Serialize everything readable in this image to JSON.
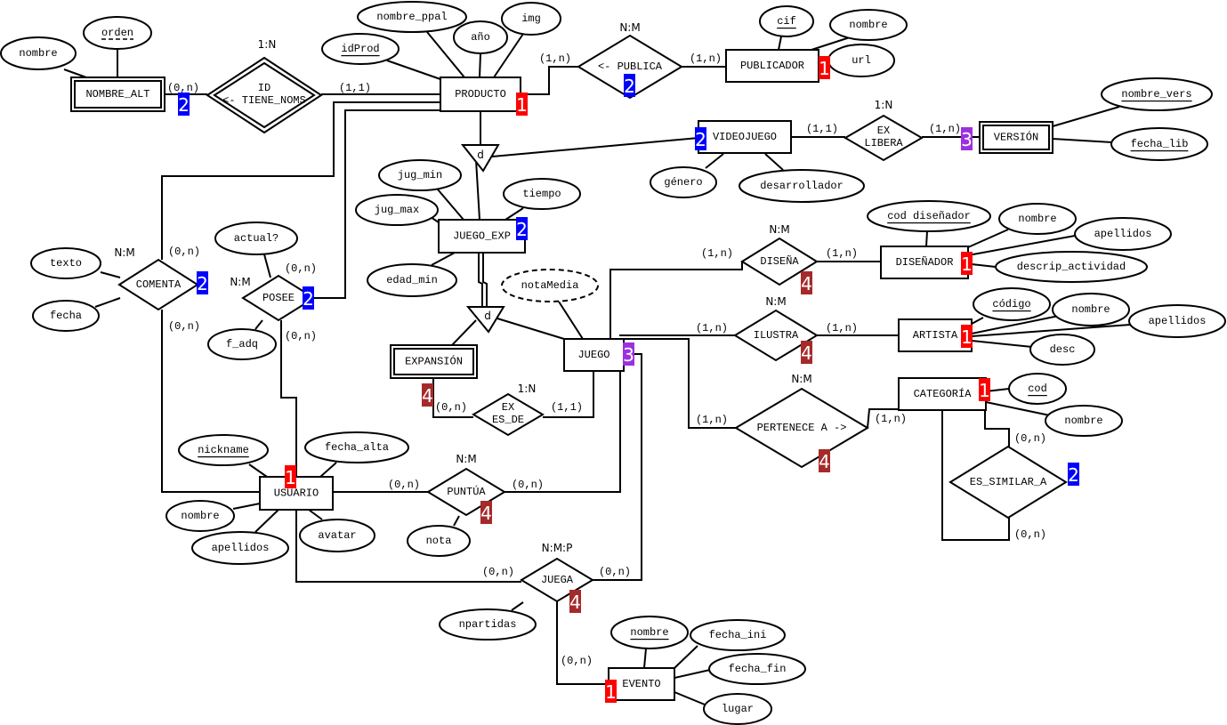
{
  "entities": {
    "nombre_alt": {
      "label": "NOMBRE_ALT",
      "weak": true
    },
    "producto": {
      "label": "PRODUCTO"
    },
    "publicador": {
      "label": "PUBLICADOR"
    },
    "videojuego": {
      "label": "VIDEOJUEGO"
    },
    "version": {
      "label": "VERSIÓN",
      "weak": true
    },
    "juego_exp": {
      "label": "JUEGO_EXP"
    },
    "disenador": {
      "label": "DISEÑADOR"
    },
    "artista": {
      "label": "ARTISTA"
    },
    "expansion": {
      "label": "EXPANSIÓN",
      "weak": true
    },
    "juego": {
      "label": "JUEGO"
    },
    "categoria": {
      "label": "CATEGORÍA"
    },
    "usuario": {
      "label": "USUARIO"
    },
    "evento": {
      "label": "EVENTO"
    }
  },
  "relationships": {
    "tiene_noms": {
      "label": "ID",
      "label2": "<- TIENE_NOMS",
      "type": "1:N",
      "identifying": true
    },
    "publica": {
      "label": "<- PUBLICA",
      "type": "N:M"
    },
    "libera": {
      "label": "EX",
      "label2": "LIBERA",
      "type": "1:N"
    },
    "disena": {
      "label": "DISEÑA",
      "type": "N:M"
    },
    "ilustra": {
      "label": "ILUSTRA",
      "type": "N:M"
    },
    "pertenece": {
      "label": "PERTENECE A ->",
      "type": "N:M"
    },
    "comenta": {
      "label": "COMENTA",
      "type": "N:M"
    },
    "posee": {
      "label": "POSEE",
      "type": "N:M"
    },
    "es_de": {
      "label": "EX",
      "label2": "ES_DE",
      "type": "1:N"
    },
    "es_similar": {
      "label": "ES_SIMILAR_A",
      "type": ""
    },
    "puntua": {
      "label": "PUNTÚA",
      "type": "N:M"
    },
    "juega": {
      "label": "JUEGA",
      "type": "N:M:P"
    }
  },
  "hierarchies": {
    "h1": {
      "label": "d"
    },
    "h2": {
      "label": "d"
    }
  },
  "attributes": {
    "na_nombre": {
      "label": "nombre"
    },
    "na_orden": {
      "label": "orden",
      "partial_key": true
    },
    "idprod": {
      "label": "idProd",
      "key": true
    },
    "nombre_ppal": {
      "label": "nombre_ppal"
    },
    "anio": {
      "label": "año"
    },
    "img": {
      "label": "img"
    },
    "cif": {
      "label": "cif",
      "key": true
    },
    "pub_nombre": {
      "label": "nombre"
    },
    "url": {
      "label": "url"
    },
    "nombre_vers": {
      "label": "nombre_vers",
      "key": true
    },
    "fecha_lib": {
      "label": "fecha_lib",
      "key": true
    },
    "genero": {
      "label": "género"
    },
    "desarrollador": {
      "label": "desarrollador"
    },
    "jug_min": {
      "label": "jug_min"
    },
    "jug_max": {
      "label": "jug_max"
    },
    "tiempo": {
      "label": "tiempo"
    },
    "edad_min": {
      "label": "edad_min"
    },
    "notamedia": {
      "label": "notaMedia",
      "derived": true
    },
    "texto": {
      "label": "texto"
    },
    "fecha": {
      "label": "fecha"
    },
    "actual": {
      "label": "actual?"
    },
    "f_adq": {
      "label": "f_adq"
    },
    "cod_disenador": {
      "label": "cod diseñador",
      "key": true
    },
    "dis_nombre": {
      "label": "nombre"
    },
    "dis_apellidos": {
      "label": "apellidos"
    },
    "descrip": {
      "label": "descrip_actividad"
    },
    "codigo": {
      "label": "código",
      "key": true
    },
    "art_nombre": {
      "label": "nombre"
    },
    "art_apellidos": {
      "label": "apellidos"
    },
    "desc": {
      "label": "desc"
    },
    "cod": {
      "label": "cod",
      "key": true
    },
    "cat_nombre": {
      "label": "nombre"
    },
    "nickname": {
      "label": "nickname",
      "key": true
    },
    "fecha_alta": {
      "label": "fecha_alta"
    },
    "usu_nombre": {
      "label": "nombre"
    },
    "usu_apellidos": {
      "label": "apellidos"
    },
    "avatar": {
      "label": "avatar"
    },
    "nota": {
      "label": "nota"
    },
    "npartidas": {
      "label": "npartidas"
    },
    "evt_nombre": {
      "label": "nombre",
      "key": true
    },
    "fecha_ini": {
      "label": "fecha_ini"
    },
    "fecha_fin": {
      "label": "fecha_fin"
    },
    "lugar": {
      "label": "lugar"
    }
  },
  "cardinalities": [
    "(0,n)",
    "(1,1)",
    "(1,n)",
    "(1,n)",
    "(1,1)",
    "(1,n)",
    "(1,n)",
    "(1,n)",
    "(1,n)",
    "(1,n)",
    "(1,n)",
    "(1,n)",
    "(0,n)",
    "(0,n)",
    "(0,n)",
    "(0,n)",
    "(0,n)",
    "(0,n)",
    "(0,n)",
    "(1,1)",
    "(0,n)",
    "(0,n)",
    "(0,n)",
    "(0,n)",
    "(0,n)"
  ],
  "badge_colors": {
    "1": "#ff0000",
    "2": "#0000ff",
    "3": "#9b30e0",
    "4": "#a52a2a"
  },
  "badges": [
    "2",
    "2",
    "1",
    "1",
    "2",
    "3",
    "2",
    "4",
    "1",
    "2",
    "2",
    "4",
    "1",
    "3",
    "4",
    "4",
    "1",
    "2",
    "1",
    "4",
    "4",
    "1"
  ]
}
